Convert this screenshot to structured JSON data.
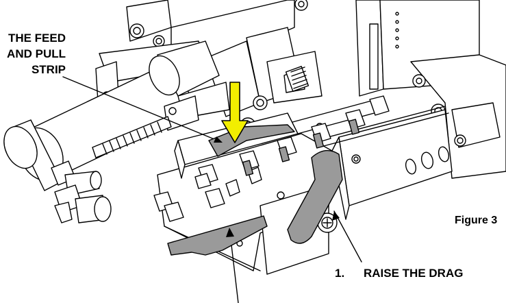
{
  "callouts": {
    "feed_lines": [
      "THE FEED",
      "AND PULL",
      "STRIP"
    ],
    "drag_number": "1.",
    "drag_text": "RAISE THE DRAG"
  },
  "figure": {
    "label": "Figure 3"
  },
  "colors": {
    "arrow": "#f2ee00",
    "shaded_part": "#9a9a9a",
    "line": "#000000",
    "background": "#ffffff"
  },
  "icons": {
    "push_arrow": "down-arrow-icon"
  }
}
